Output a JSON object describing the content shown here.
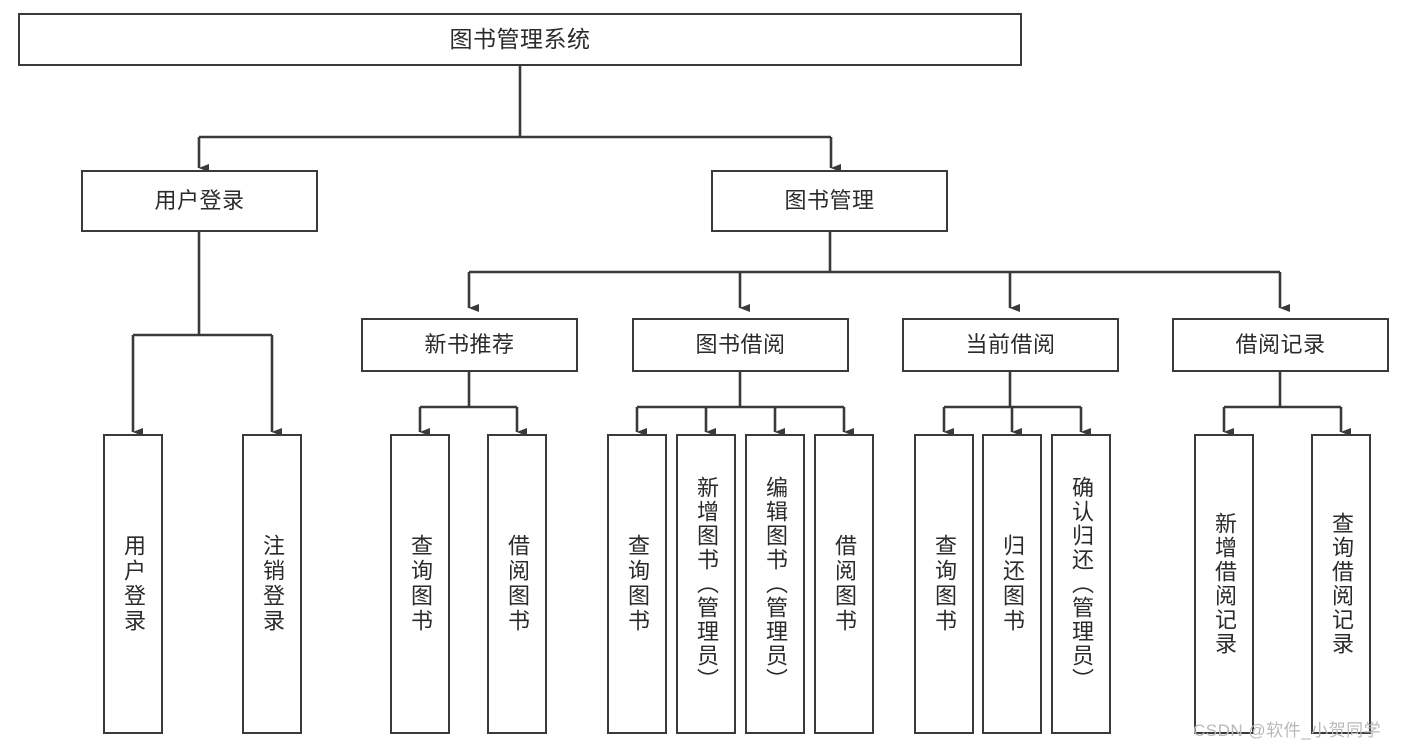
{
  "diagram": {
    "type": "hierarchy-tree",
    "title": "图书管理系统",
    "root": {
      "id": "root",
      "label": "图书管理系统"
    },
    "level2": [
      {
        "id": "user-login",
        "label": "用户登录"
      },
      {
        "id": "book-management",
        "label": "图书管理"
      }
    ],
    "level3": [
      {
        "id": "new-book-recommend",
        "label": "新书推荐",
        "parent": "book-management"
      },
      {
        "id": "book-borrow",
        "label": "图书借阅",
        "parent": "book-management"
      },
      {
        "id": "current-borrow",
        "label": "当前借阅",
        "parent": "book-management"
      },
      {
        "id": "borrow-record",
        "label": "借阅记录",
        "parent": "book-management"
      }
    ],
    "leaves": [
      {
        "id": "leaf-user-login",
        "label": "用户登录",
        "parent": "user-login"
      },
      {
        "id": "leaf-user-logout",
        "label": "注销登录",
        "parent": "user-login"
      },
      {
        "id": "leaf-query-book-1",
        "label": "查询图书",
        "parent": "new-book-recommend"
      },
      {
        "id": "leaf-borrow-book-1",
        "label": "借阅图书",
        "parent": "new-book-recommend"
      },
      {
        "id": "leaf-query-book-2",
        "label": "查询图书",
        "parent": "book-borrow"
      },
      {
        "id": "leaf-add-book",
        "label": "新增图书（管理员）",
        "parent": "book-borrow"
      },
      {
        "id": "leaf-edit-book",
        "label": "编辑图书（管理员）",
        "parent": "book-borrow"
      },
      {
        "id": "leaf-borrow-book-2",
        "label": "借阅图书",
        "parent": "book-borrow"
      },
      {
        "id": "leaf-query-book-3",
        "label": "查询图书",
        "parent": "current-borrow"
      },
      {
        "id": "leaf-return-book",
        "label": "归还图书",
        "parent": "current-borrow"
      },
      {
        "id": "leaf-confirm-return",
        "label": "确认归还（管理员）",
        "parent": "current-borrow"
      },
      {
        "id": "leaf-add-record",
        "label": "新增借阅记录",
        "parent": "borrow-record"
      },
      {
        "id": "leaf-query-record",
        "label": "查询借阅记录",
        "parent": "borrow-record"
      }
    ],
    "watermark": "CSDN @软件_小贺同学",
    "colors": {
      "stroke": "#3a3a3a",
      "text": "#2b2b2b",
      "background": "#ffffff",
      "watermark": "#b9b9b9"
    }
  }
}
